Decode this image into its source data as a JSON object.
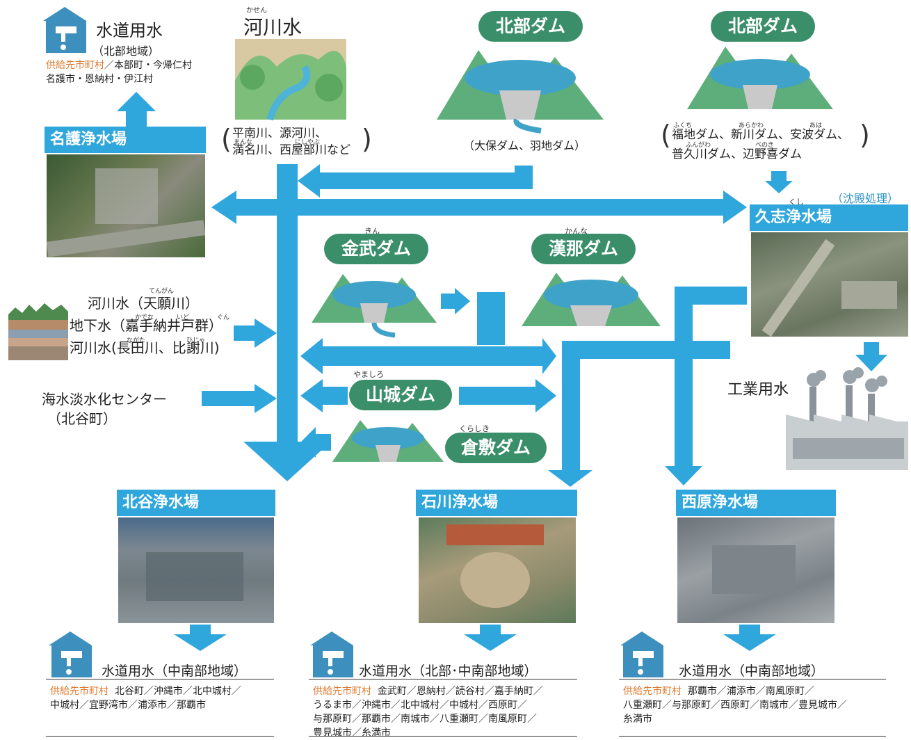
{
  "top_left": {
    "title": "水道用水",
    "subtitle": "（北部地域）",
    "supply_label": "供給先市町村",
    "supply_line1": "／本部町・今帰仁村",
    "supply_line2": "名護市・恩納村・伊江村"
  },
  "river": {
    "ruby": "かせん",
    "title": "河川水",
    "list_line1": "平南川、源河川、",
    "list_line2": "満名川、西屋部川など",
    "ruby_line2a": "まんな",
    "ruby_line2b": "にしやぶ"
  },
  "hokubu_dam1": {
    "title": "北部ダム",
    "note": "（大保ダム、羽地ダム）"
  },
  "hokubu_dam2": {
    "title": "北部ダム",
    "line1": "福地ダム、新川ダム、安波ダム、",
    "line2": "普久川ダム、辺野喜ダム",
    "ruby_fukuchi": "ふくち",
    "ruby_arakawa": "あらかわ",
    "ruby_aha": "あは",
    "ruby_fukugawa": "ふんがわ",
    "ruby_benoki": "べのき"
  },
  "nago_plant": {
    "title": "名護浄水場"
  },
  "kushi_plant": {
    "title": "久志浄水場",
    "ruby": "くし",
    "note": "（沈殿処理）"
  },
  "kin_dam": {
    "title": "金武ダム",
    "ruby": "きん"
  },
  "kanna_dam": {
    "title": "漢那ダム",
    "ruby": "かんな"
  },
  "yamashiro_dam": {
    "title": "山城ダム",
    "ruby": "やましろ"
  },
  "kurashiki_dam": {
    "title": "倉敷ダム",
    "ruby": "くらしき"
  },
  "sources": {
    "line1": "河川水（天願川）",
    "line2": "地下水（嘉手納井戸群）",
    "line3": "河川水(長田川、比謝川)",
    "ruby1": "てんがん",
    "ruby2a": "かでな",
    "ruby2b": "いど",
    "ruby2c": "ぐん",
    "ruby3a": "ながた",
    "ruby3b": "ひじゃ"
  },
  "desal": {
    "line1": "海水淡水化センター",
    "line2": "（北谷町）"
  },
  "industrial": {
    "title": "工業用水"
  },
  "chatan_plant": {
    "title": "北谷浄水場",
    "water": "水道用水（中南部地域）",
    "supply_label": "供給先市町村",
    "supply_line1": "北谷町／沖縄市／北中城村／",
    "supply_line2": "中城村／宜野湾市／浦添市／那覇市"
  },
  "ishikawa_plant": {
    "title": "石川浄水場",
    "water": "水道用水（北部･中南部地域）",
    "supply_label": "供給先市町村",
    "supply_line1": "金武町／恩納村／読谷村／嘉手納町／",
    "supply_line2": "うるま市／沖縄市／北中城村／中城村／西原町／",
    "supply_line3": "与那原町／那覇市／南城市／八重瀬町／南風原町／",
    "supply_line4": "豊見城市／糸満市"
  },
  "nishihara_plant": {
    "title": "西原浄水場",
    "water": "水道用水（中南部地域）",
    "supply_label": "供給先市町村",
    "supply_line1": "那覇市／浦添市／南風原町／",
    "supply_line2": "八重瀬町／与那原町／西原町／南城市／豊見城市／",
    "supply_line3": "糸満市"
  },
  "colors": {
    "arrow": "#2fa6dc",
    "dam_pill": "#3a8f6a",
    "supply_label": "#e07a2e"
  }
}
